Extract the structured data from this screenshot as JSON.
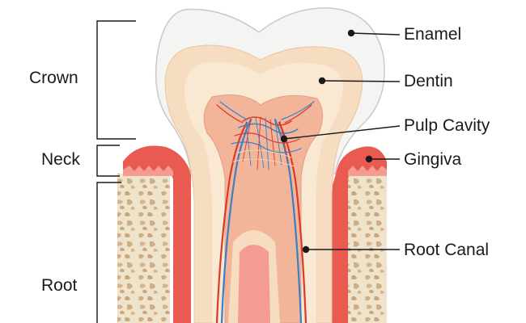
{
  "regions": {
    "crown": "Crown",
    "neck": "Neck",
    "root": "Root"
  },
  "parts": {
    "enamel": "Enamel",
    "dentin": "Dentin",
    "pulp_cavity": "Pulp Cavity",
    "gingiva": "Gingiva",
    "root_canal": "Root Canal"
  },
  "colors": {
    "enamel": "#f4f4f2",
    "dentin": "#f6dcc0",
    "dentin_inner": "#f9e8d2",
    "pulp": "#f3b59a",
    "gingiva": "#e95a50",
    "bone": "#efe3cc",
    "bone_pores": "#cfae86",
    "artery": "#d83a2b",
    "vein": "#3b7fc4",
    "line": "#1a1a1a"
  }
}
